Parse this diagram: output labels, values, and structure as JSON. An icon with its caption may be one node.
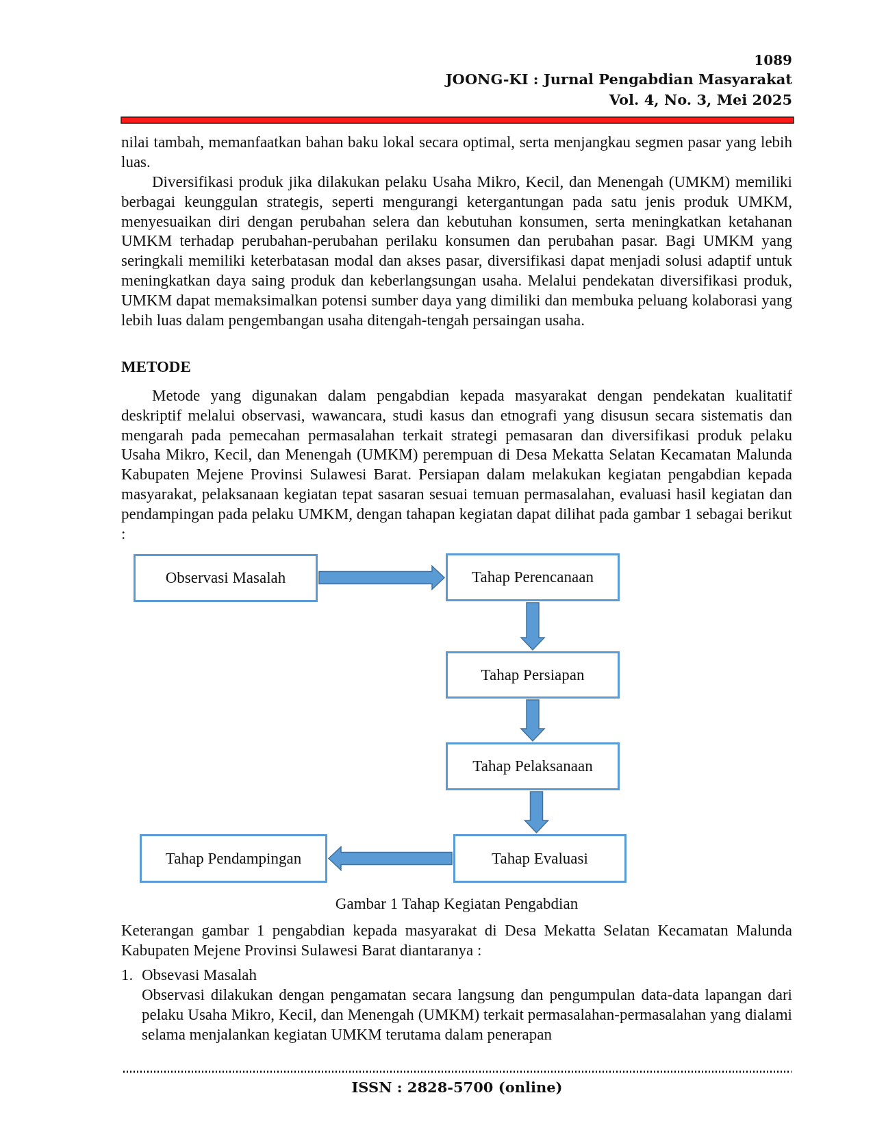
{
  "diagram": {
    "caption": "Gambar 1 Tahap Kegiatan Pengabdian",
    "nodes": [
      {
        "text": [
          "Observasi Masalah"
        ]
      },
      {
        "text": [
          "Tahap Perencanaan"
        ]
      },
      {
        "text": [
          "Tahap Persiapan"
        ]
      },
      {
        "text": [
          "Tahap Pelaksanaan"
        ]
      },
      {
        "text": [
          "Tahap Evaluasi"
        ]
      },
      {
        "text": [
          "Tahap Pendampingan"
        ]
      }
    ],
    "edges": [
      {
        "from": 0,
        "to": 1,
        "arrow": "to",
        "style": "thick"
      },
      {
        "from": 1,
        "to": 2,
        "arrow": "to",
        "style": "thick"
      },
      {
        "from": 2,
        "to": 3,
        "arrow": "to",
        "style": "thick"
      },
      {
        "from": 3,
        "to": 4,
        "arrow": "to",
        "style": "thick"
      },
      {
        "from": 4,
        "to": 5,
        "arrow": "to",
        "style": "thick"
      }
    ],
    "labels": [
      "1089",
      "JOONG-KI : Jurnal Pengabdian Masyarakat",
      "Vol. 4, No. 3, Mei 2025",
      "nilai tambah, memanfaatkan bahan baku lokal secara optimal, serta menjangkau segmen pasar yang lebih luas.",
      "Diversifikasi produk jika dilakukan pelaku Usaha Mikro, Kecil, dan Menengah (UMKM) memiliki berbagai keunggulan strategis, seperti mengurangi ketergantungan pada satu jenis produk UMKM, menyesuaikan diri dengan perubahan selera dan kebutuhan konsumen, serta meningkatkan ketahanan UMKM terhadap perubahan-perubahan perilaku konsumen dan perubahan pasar. Bagi UMKM yang seringkali memiliki keterbatasan modal dan akses pasar, diversifikasi dapat menjadi solusi adaptif untuk meningkatkan daya saing produk dan keberlangsungan usaha. Melalui pendekatan diversifikasi produk, UMKM dapat memaksimalkan potensi sumber daya yang dimiliki dan membuka peluang kolaborasi yang lebih luas dalam pengembangan usaha ditengah-tengah persaingan usaha.",
      "METODE",
      "Metode yang digunakan dalam pengabdian kepada masyarakat dengan pendekatan kualitatif deskriptif melalui observasi, wawancara, studi kasus dan etnografi yang disusun secara sistematis dan mengarah pada pemecahan permasalahan terkait strategi pemasaran dan diversifikasi produk pelaku Usaha Mikro, Kecil, dan Menengah (UMKM) perempuan di Desa Mekatta Selatan Kecamatan Malunda Kabupaten Mejene Provinsi Sulawesi Barat. Persiapan dalam melakukan kegiatan pengabdian kepada masyarakat, pelaksanaan kegiatan tepat sasaran sesuai temuan permasalahan, evaluasi hasil kegiatan dan pendampingan pada pelaku UMKM, dengan tahapan kegiatan dapat dilihat pada gambar 1 sebagai berikut :",
      "Keterangan gambar 1 pengabdian kepada masyarakat di Desa Mekatta Selatan Kecamatan Malunda Kabupaten Mejene Provinsi Sulawesi Barat diantaranya :",
      "1.",
      "Obsevasi Masalah",
      "Observasi dilakukan dengan pengamatan secara langsung dan pengumpulan data-data lapangan dari pelaku Usaha Mikro, Kecil, dan Menengah (UMKM) terkait permasalahan-permasalahan yang dialami selama menjalankan kegiatan UMKM terutama dalam penerapan",
      "ISSN : 2828-5700 (online)"
    ]
  }
}
